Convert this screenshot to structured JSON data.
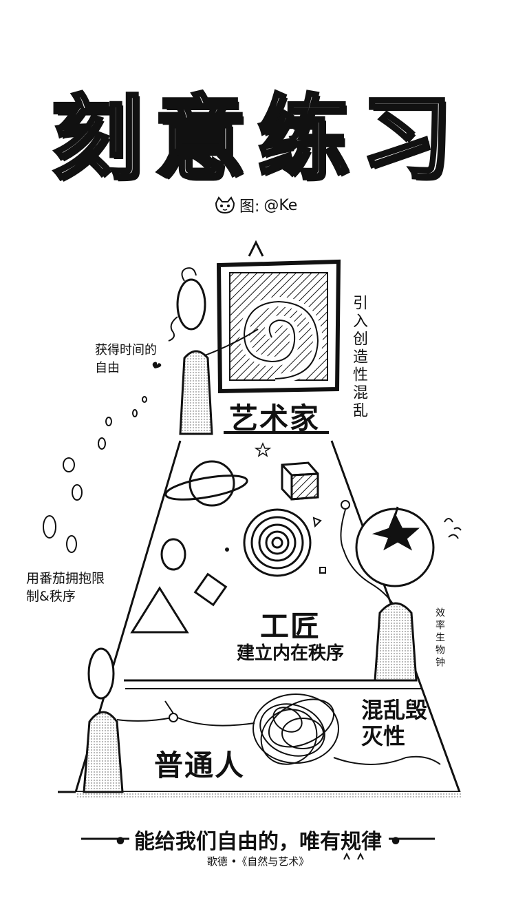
{
  "title": "刻意练习",
  "credit": {
    "prefix": "图:",
    "handle": "@Ke",
    "icon": "cat-face-icon"
  },
  "tiers": {
    "top": {
      "name": "艺术家",
      "side_note": "引入创造性混乱",
      "gain_note": "获得时间的自由"
    },
    "middle": {
      "name": "工匠",
      "sub": "建立内在秩序",
      "left_note": "用番茄拥抱限制&秩序",
      "right_note": "效率生物钟"
    },
    "bottom": {
      "name": "普通人",
      "right_note": "混乱毁灭性"
    }
  },
  "quote": {
    "text": "• 能给我们自由的，唯有规律 •",
    "source": "歌德 •《自然与艺术》"
  },
  "colors": {
    "ink": "#111111",
    "paper": "#ffffff",
    "shade": "#d8d8d8"
  },
  "icons": [
    "spiral-canvas-icon",
    "planet-icon",
    "cube-icon",
    "target-rings-icon",
    "triangle-icon",
    "tomato-icon",
    "yarn-tangle-icon",
    "footprints-icon",
    "star-icon"
  ]
}
